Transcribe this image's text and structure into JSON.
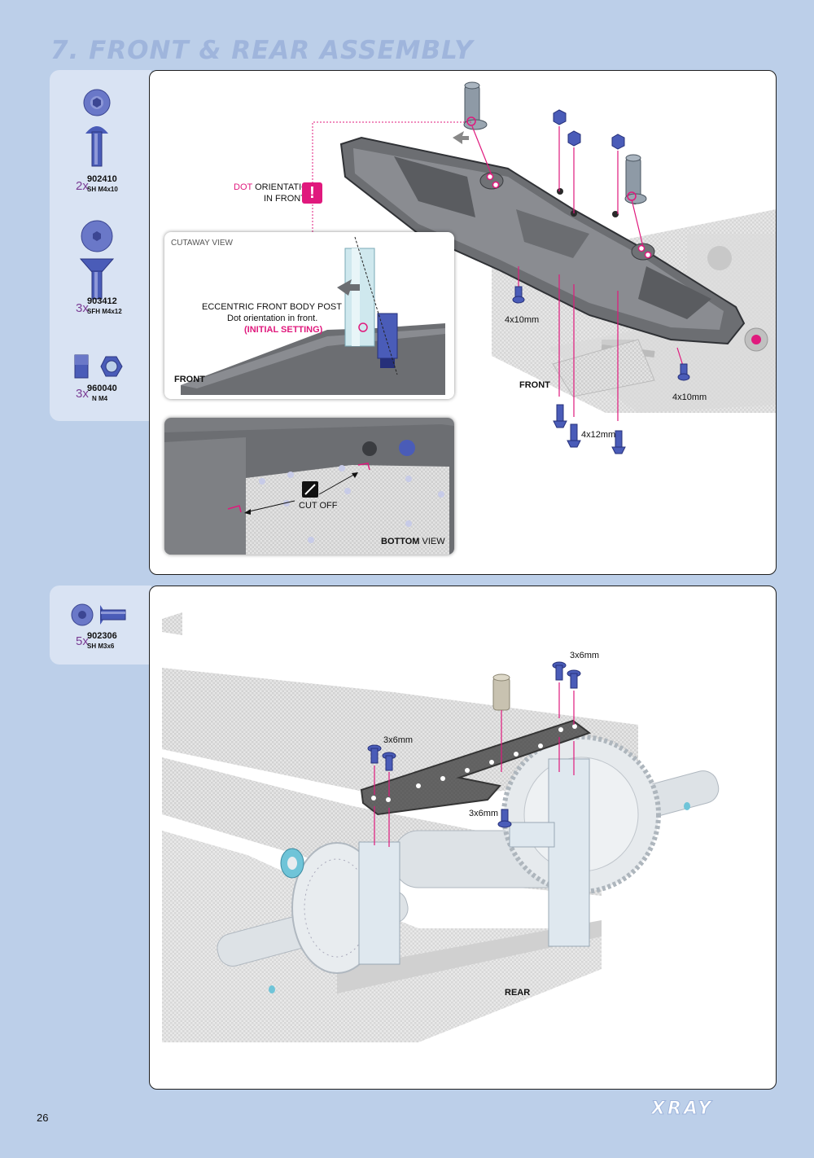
{
  "page": {
    "title": "7. FRONT & REAR ASSEMBLY",
    "page_number": "26",
    "brand": "XRAY"
  },
  "step1": {
    "parts": [
      {
        "qty": "2x",
        "code": "902410",
        "desc": "SH M4x10"
      },
      {
        "qty": "3x",
        "code": "903412",
        "desc": "SFH M4x12"
      },
      {
        "qty": "3x",
        "code": "960040",
        "desc": "N M4"
      }
    ],
    "labels": {
      "dot": "DOT",
      "orientation": " ORIENTATION",
      "in_front": "IN FRONT",
      "warn_icon": "!",
      "cutaway_view": "CUTAWAY VIEW",
      "eccentric_post": "ECCENTRIC FRONT BODY POST",
      "dot_front": "Dot orientation in front.",
      "initial_setting": "(INITIAL SETTING)",
      "front_inset": "FRONT",
      "front_main": "FRONT",
      "cut_off": "CUT OFF",
      "bottom": "BOTTOM",
      "view": " VIEW",
      "screw_4x10_left": "4x10mm",
      "screw_4x10_right": "4x10mm",
      "screw_4x12": "4x12mm"
    }
  },
  "step2": {
    "parts": [
      {
        "qty": "5x",
        "code": "902306",
        "desc": "SH M3x6"
      }
    ],
    "labels": {
      "screw_3x6_top": "3x6mm",
      "screw_3x6_left": "3x6mm",
      "screw_3x6_mid": "3x6mm",
      "rear": "REAR"
    }
  },
  "colors": {
    "background": "#bccfe9",
    "panel": "#d9e3f3",
    "title": "#9fb5dc",
    "accent": "#e0197d",
    "qty": "#7a3c94",
    "hardware": "#4a5cb8"
  }
}
